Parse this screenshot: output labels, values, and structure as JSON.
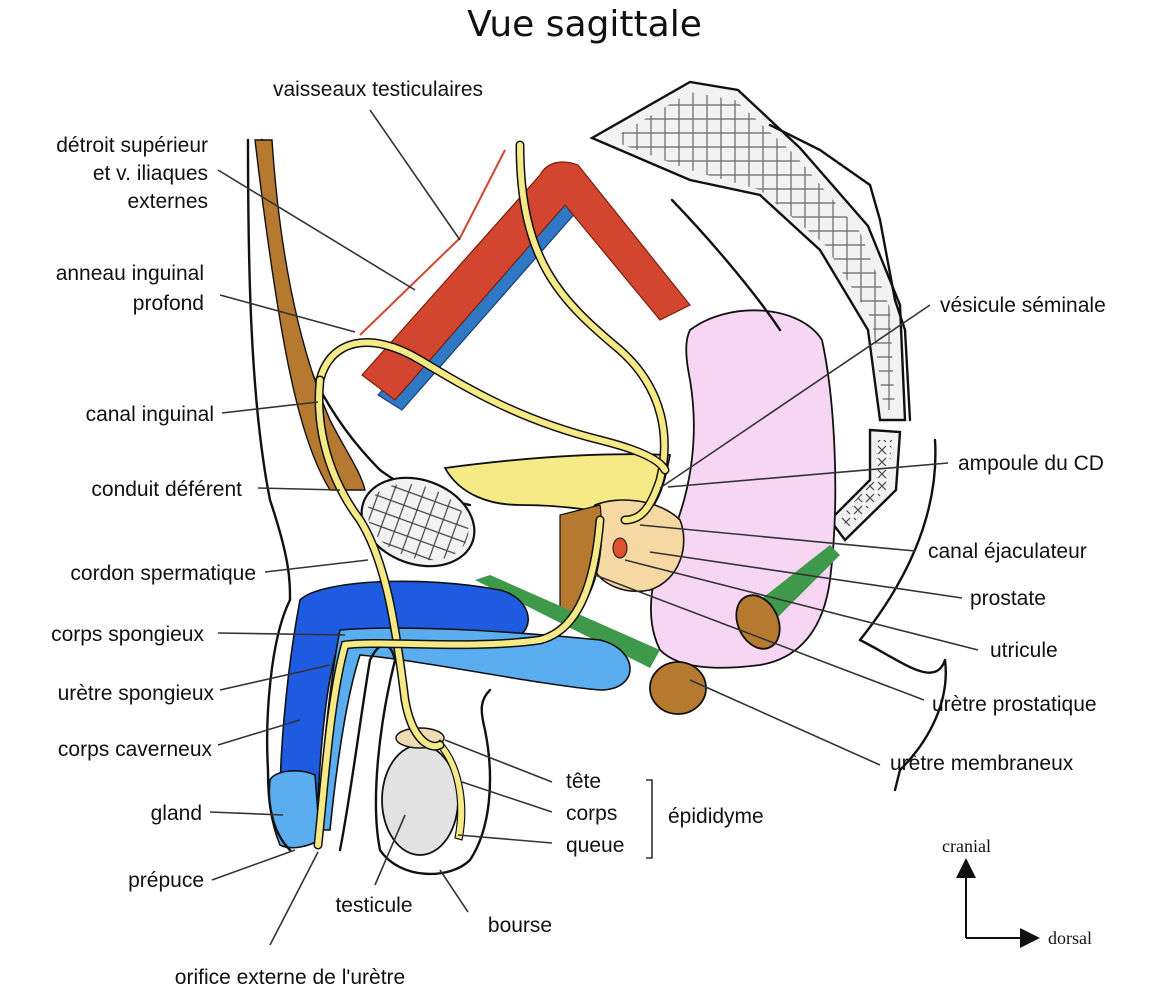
{
  "title": "Vue sagittale",
  "labels": {
    "vaisseaux_testiculaires": "vaisseaux testiculaires",
    "detroit_line1": "détroit supérieur",
    "detroit_line2": "et v. iliaques",
    "detroit_line3": "externes",
    "anneau_line1": "anneau inguinal",
    "anneau_line2": "profond",
    "canal_inguinal": "canal inguinal",
    "conduit_deferent": "conduit déférent",
    "cordon_spermatique": "cordon spermatique",
    "corps_spongieux": "corps spongieux",
    "uretre_spongieux": "urètre spongieux",
    "corps_caverneux": "corps caverneux",
    "gland": "gland",
    "prepuce": "prépuce",
    "testicule": "testicule",
    "bourse": "bourse",
    "orifice_externe": "orifice externe de l'urètre",
    "tete": "tête",
    "corps": "corps",
    "queue": "queue",
    "epididyme": "épididyme",
    "vesicule_seminale": "vésicule séminale",
    "ampoule_cd": "ampoule du CD",
    "canal_ejaculateur": "canal éjaculateur",
    "prostate": "prostate",
    "utricule": "utricule",
    "uretre_prostatique": "urètre prostatique",
    "uretre_membraneux": "urètre membraneux"
  },
  "orientation": {
    "cranial": "cranial",
    "dorsal": "dorsal"
  },
  "colors": {
    "artery": "#d2452f",
    "vein": "#2f78c4",
    "vas_deferens": "#f6ea86",
    "abdominal_wall": "#b57a30",
    "spongy_body": "#5aaef0",
    "cavernous_body": "#1f5be0",
    "seminal_vesicle": "#f7d6f4",
    "prostate": "#f6d9a2",
    "ligament": "#3e9a4a",
    "testis": "#e2e2e2",
    "epididymis_head": "#eedcb5"
  }
}
